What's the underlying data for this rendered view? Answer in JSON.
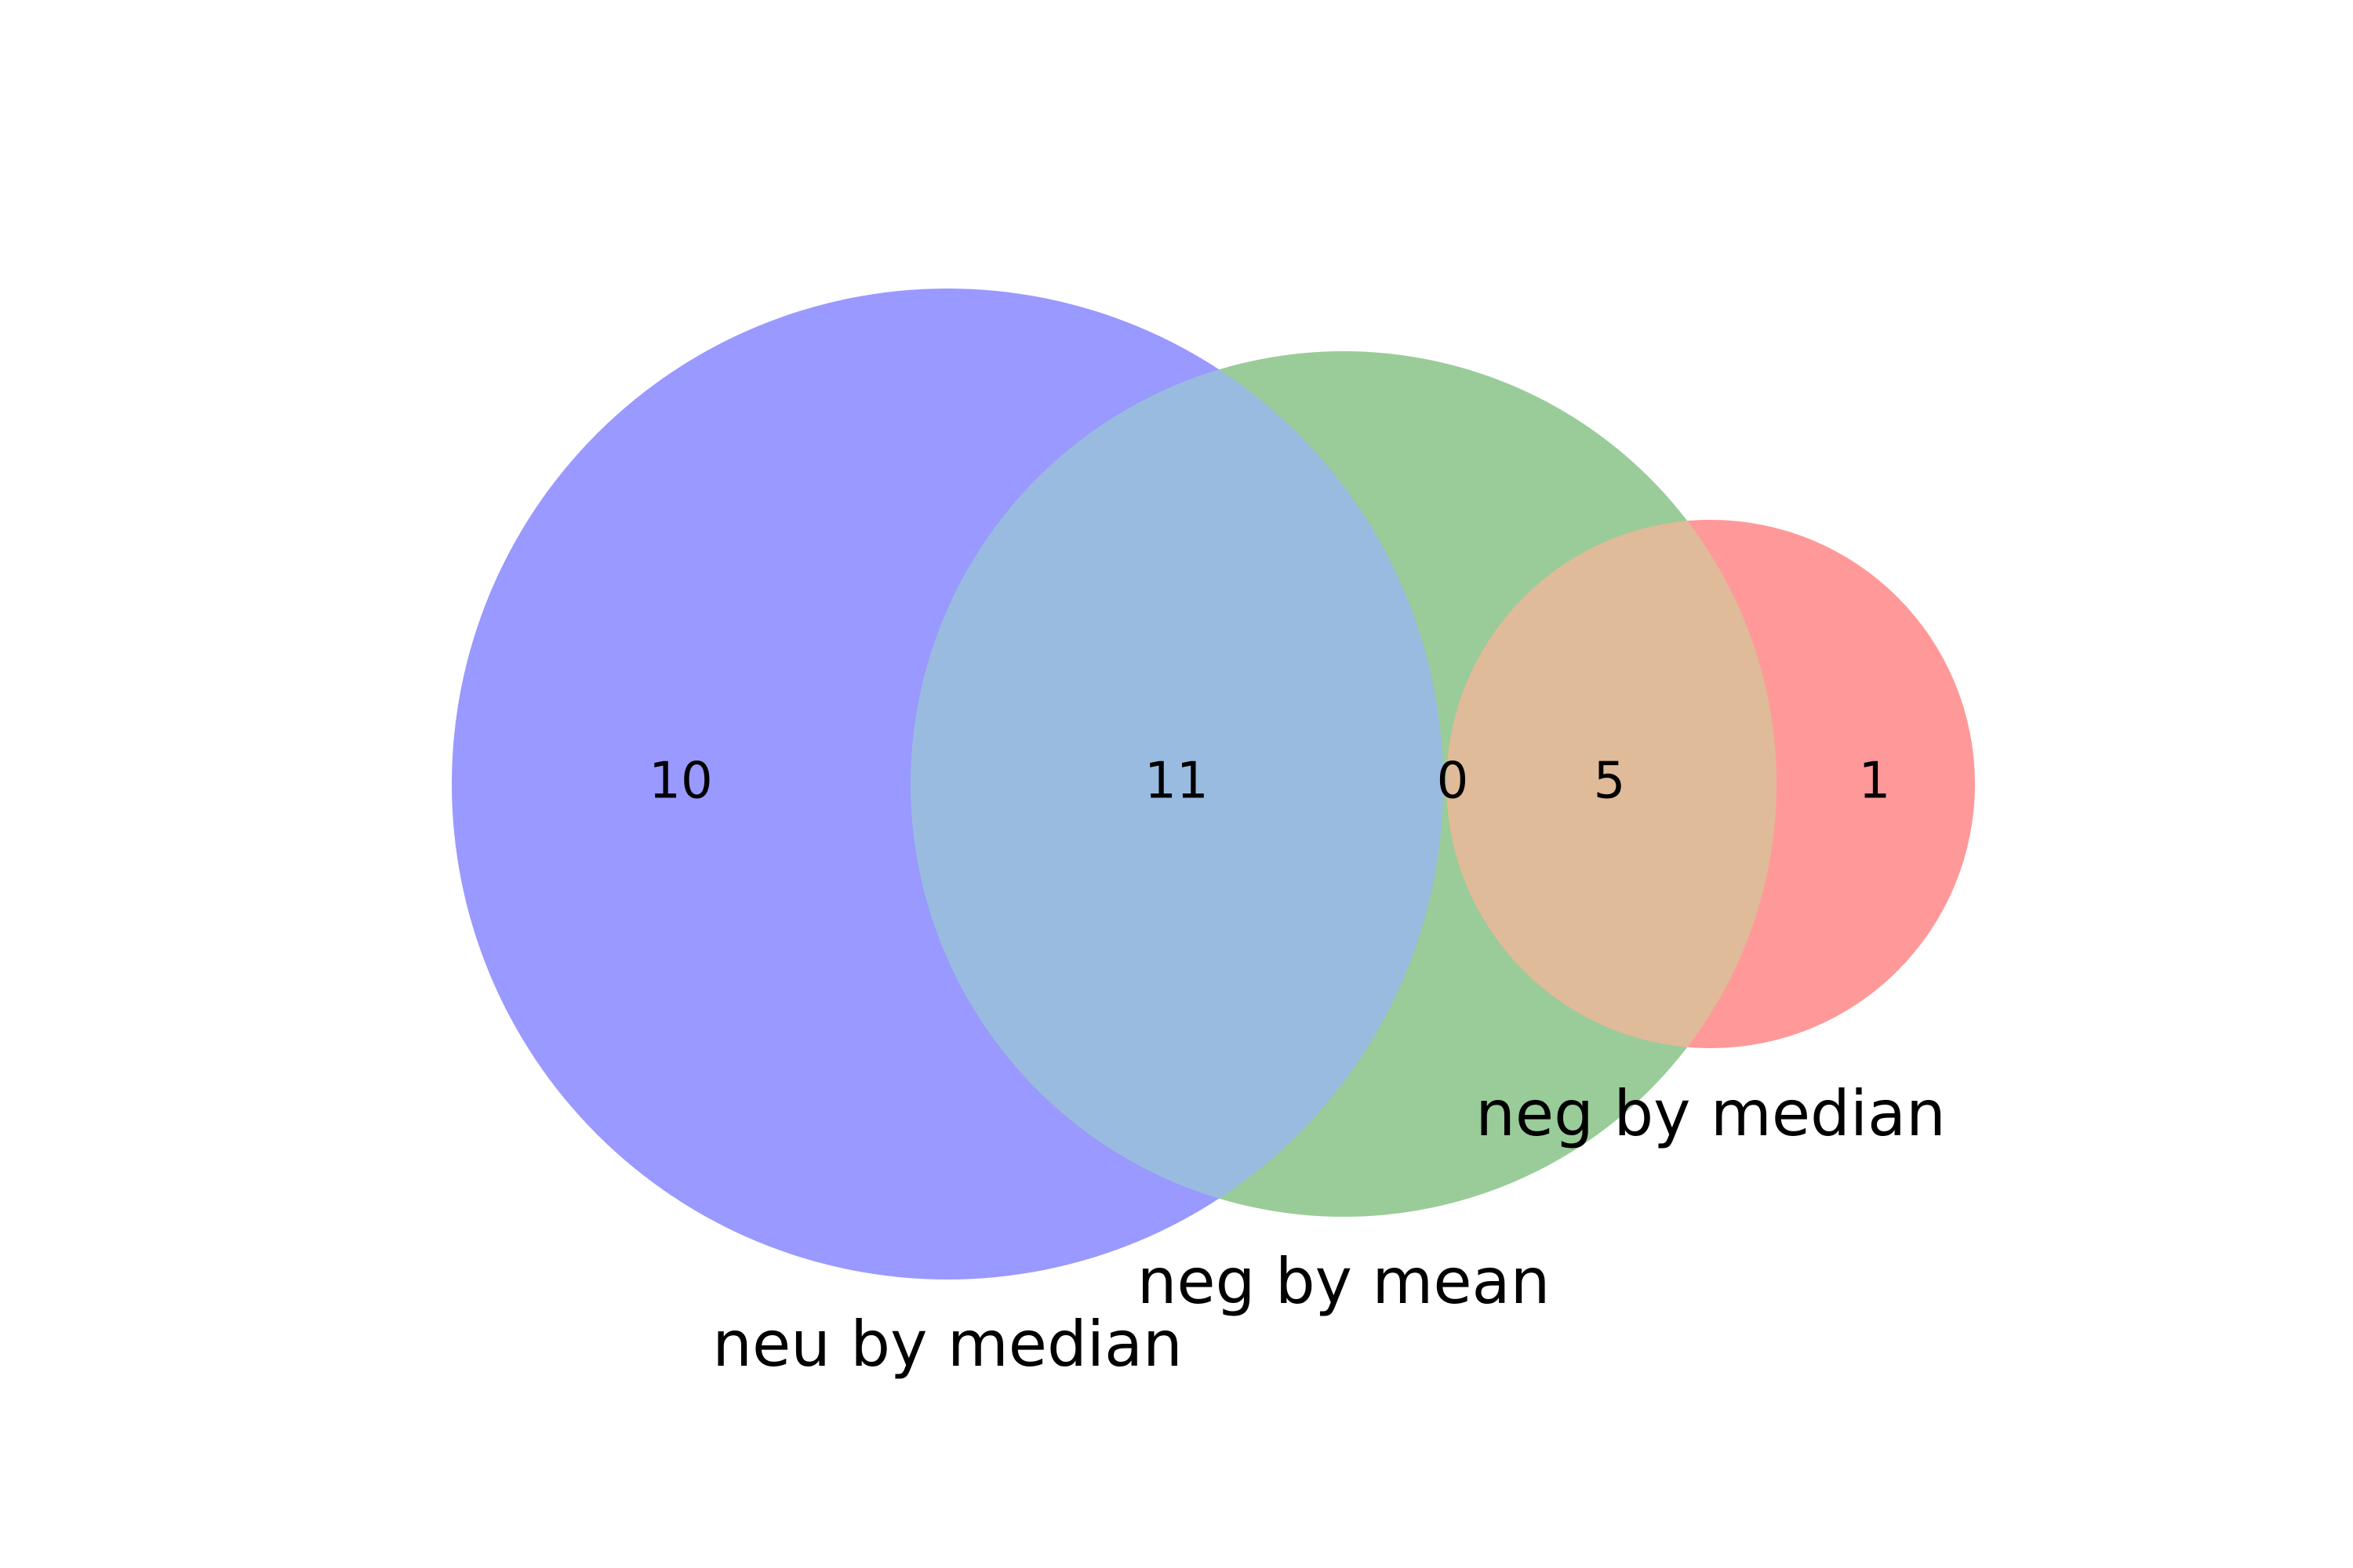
{
  "venn": {
    "sets": [
      {
        "id": "A",
        "label": "neu by median",
        "color": "#9999ff"
      },
      {
        "id": "B",
        "label": "neg by mean",
        "color": "#99cc99"
      },
      {
        "id": "C",
        "label": "neg by median",
        "color": "#ff9999"
      }
    ],
    "region_colors": {
      "A_and_B": "#99bbe0",
      "B_and_C": "#e0bb99"
    },
    "counts": {
      "A_only": "10",
      "A_and_B": "11",
      "B_only": "0",
      "B_and_C": "5",
      "C_only": "1"
    }
  }
}
